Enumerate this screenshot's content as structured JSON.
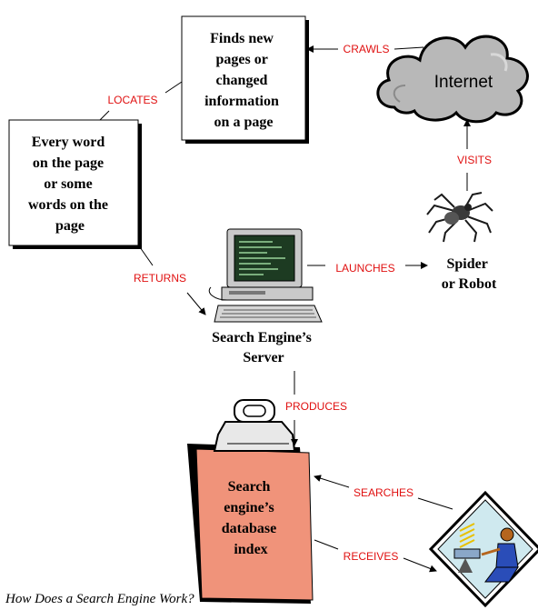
{
  "nodes": {
    "finds_box": {
      "lines": [
        "Finds new",
        "pages or",
        "changed",
        "information",
        "on a page"
      ]
    },
    "every_word_box": {
      "lines": [
        "Every word",
        "on the page",
        "or some",
        "words on the",
        "page"
      ]
    },
    "internet": {
      "label": "Internet"
    },
    "spider": {
      "lines": [
        "Spider",
        "or Robot"
      ]
    },
    "server": {
      "lines": [
        "Search Engine’s",
        "Server"
      ]
    },
    "index": {
      "lines": [
        "Search",
        "engine’s",
        "database",
        "index"
      ]
    }
  },
  "edges": {
    "crawls": "CRAWLS",
    "locates": "LOCATES",
    "visits": "VISITS",
    "launches": "LAUNCHES",
    "returns": "RETURNS",
    "produces": "PRODUCES",
    "searches": "SEARCHES",
    "receives": "RECEIVES"
  },
  "caption": "How Does a Search Engine Work?",
  "colors": {
    "edge_label": "#e01010",
    "index_fill": "#f0937a",
    "cloud_fill": "#b8b8b8",
    "computer_fill": "#c9c9c9",
    "screen_fill": "#1d3b22"
  }
}
